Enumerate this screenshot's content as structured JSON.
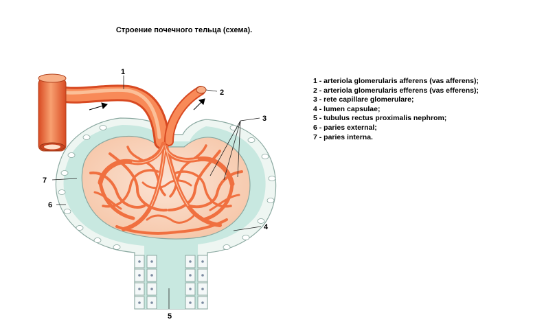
{
  "title": "Строение почечного тельца (схема).",
  "labels": [
    "1",
    "2",
    "3",
    "4",
    "5",
    "6",
    "7"
  ],
  "legend": [
    "1  -  arteriola glomerularis afferens (vas afferens);",
    "2  -  arteriola glomerularis efferens (vas efferens);",
    "3  -  rete capillare glomerulare;",
    "4  -  lumen capsulae;",
    "5  -  tubulus rectus proximalis nephrom;",
    "6  -  paries external;",
    "7  -  paries interna."
  ],
  "colors": {
    "vessel": "#f07848",
    "vessel_light": "#f8b088",
    "capsule_lumen": "#c8e8e0",
    "capsule_wall": "#eef6f2",
    "cell_nucleus": "#7a8aa0"
  }
}
